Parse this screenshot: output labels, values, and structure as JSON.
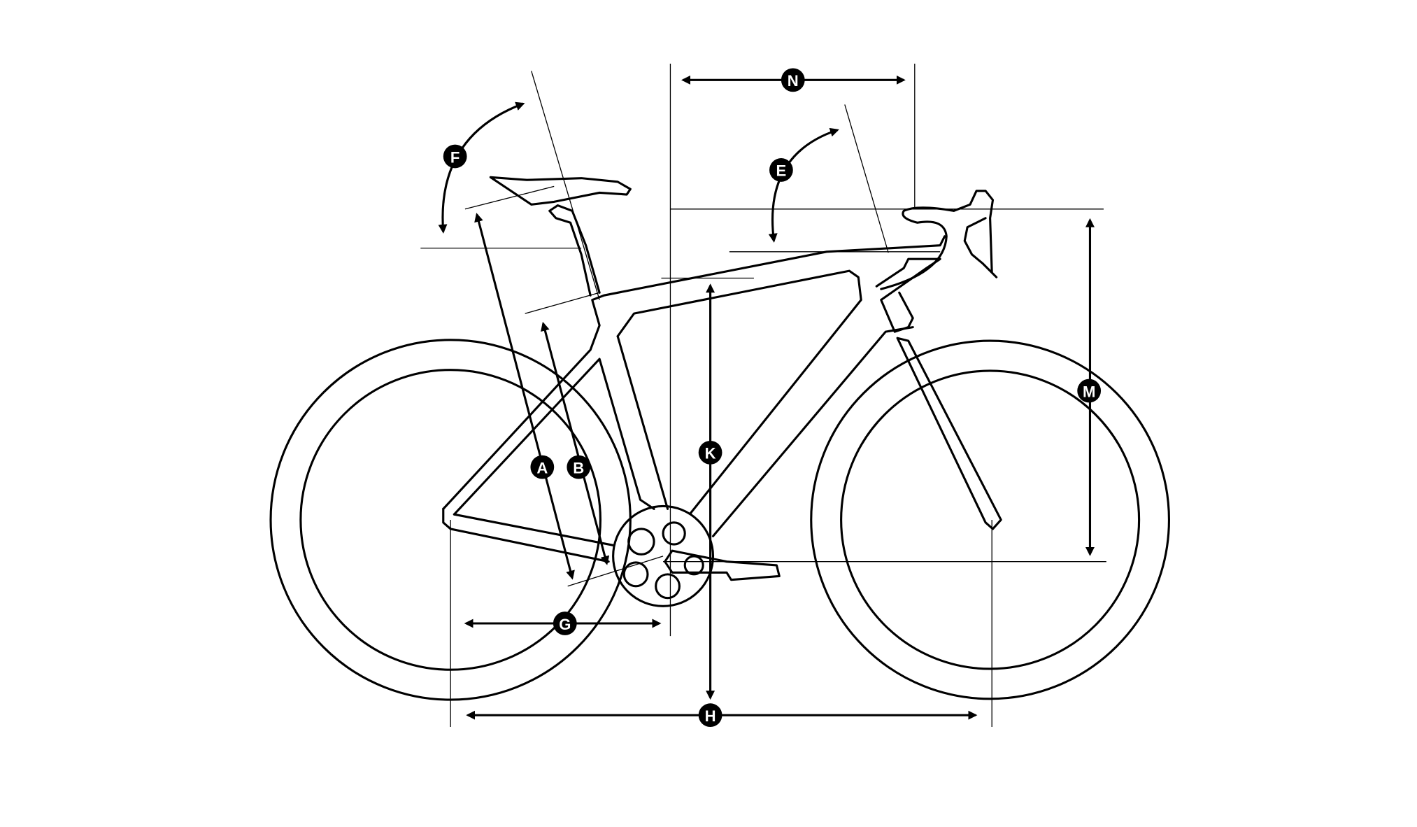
{
  "diagram": {
    "title": "Bicycle frame geometry",
    "labels": {
      "A": "A",
      "B": "B",
      "E": "E",
      "F": "F",
      "G": "G",
      "H": "H",
      "K": "K",
      "M": "M",
      "N": "N"
    },
    "colors": {
      "line": "#000000",
      "background": "#ffffff"
    }
  }
}
